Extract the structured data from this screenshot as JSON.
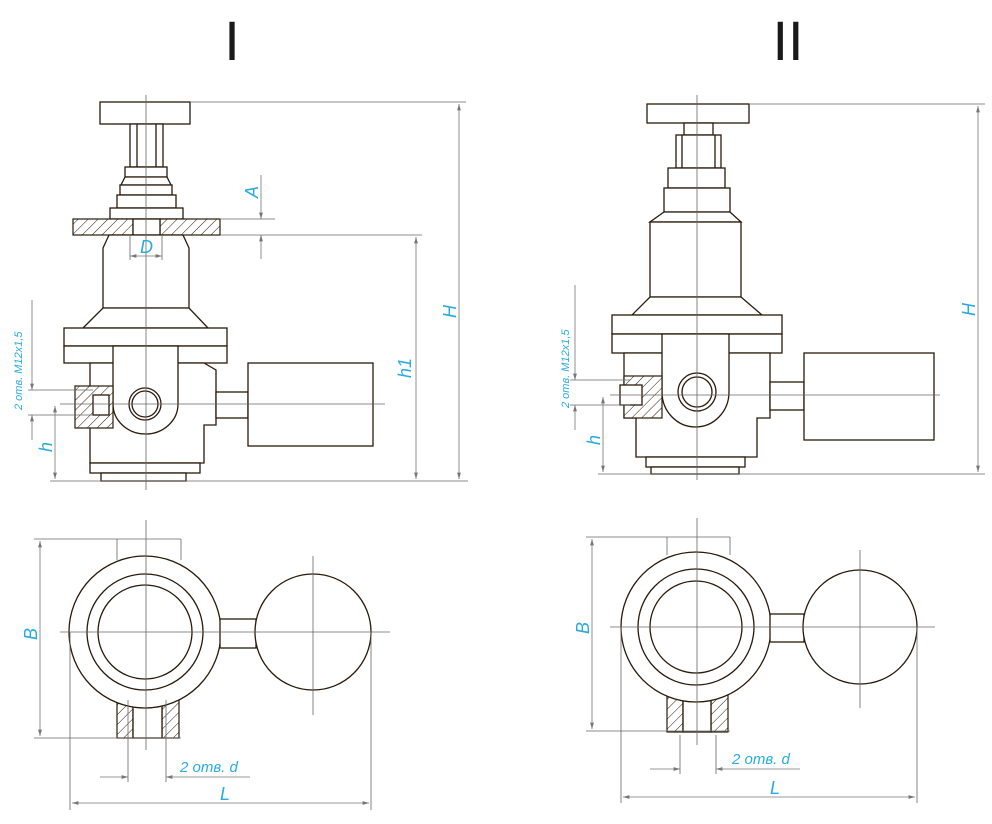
{
  "views": {
    "view_1": {
      "title": "I"
    },
    "view_2": {
      "title": "II"
    }
  },
  "labels": {
    "A": "A",
    "D": "D",
    "H": "H",
    "h1": "h1",
    "h": "h",
    "threaded_holes": "2 отв. M12x1,5",
    "B": "B",
    "holes_d": "2 отв. d",
    "L": "L"
  },
  "colors": {
    "lines": "#2a1a0a",
    "dimension_text": "#29abe2"
  }
}
